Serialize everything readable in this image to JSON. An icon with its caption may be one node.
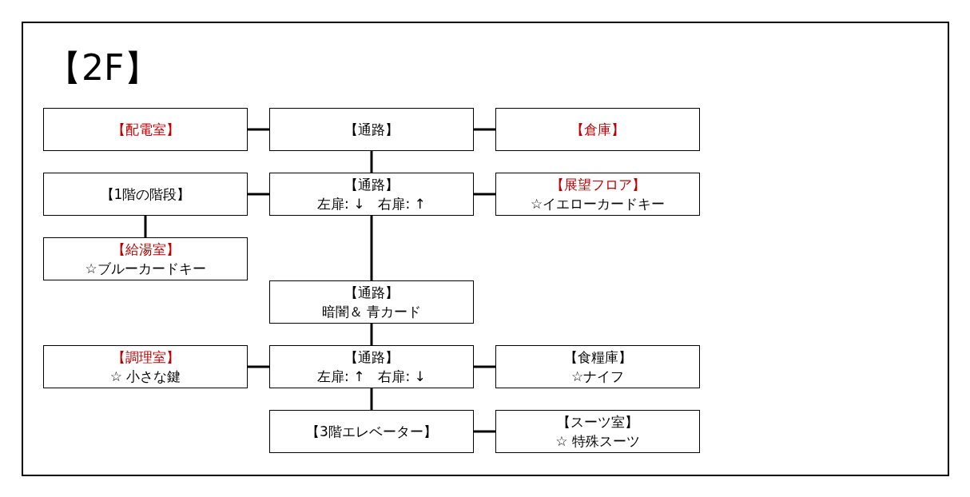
{
  "diagram": {
    "title": "【2F】",
    "nodes": [
      {
        "text": [
          "【配電室】"
        ]
      },
      {
        "text": [
          "【通路】"
        ]
      },
      {
        "text": [
          "【倉庫】"
        ]
      },
      {
        "text": [
          "【1階の階段】"
        ]
      },
      {
        "text": [
          "【通路】",
          "左扉: ↓　右扉: ↑"
        ]
      },
      {
        "text": [
          "【展望フロア】",
          "☆イエローカードキー"
        ]
      },
      {
        "text": [
          "【給湯室】",
          "☆ブルーカードキー"
        ]
      },
      {
        "text": [
          "【通路】",
          "暗闇＆ 青カード"
        ]
      },
      {
        "text": [
          "【調理室】",
          "☆ 小さな鍵"
        ]
      },
      {
        "text": [
          "【通路】",
          "左扉: ↑　右扉: ↓"
        ]
      },
      {
        "text": [
          "【食糧庫】",
          "☆ナイフ"
        ]
      },
      {
        "text": [
          "【3階エレベーター】"
        ]
      },
      {
        "text": [
          "【スーツ室】",
          "☆ 特殊スーツ"
        ]
      }
    ],
    "edges": [
      {
        "from": 0,
        "to": 1,
        "arrow": "none"
      },
      {
        "from": 1,
        "to": 2,
        "arrow": "none"
      },
      {
        "from": 1,
        "to": 4,
        "arrow": "none"
      },
      {
        "from": 3,
        "to": 4,
        "arrow": "none"
      },
      {
        "from": 4,
        "to": 5,
        "arrow": "none"
      },
      {
        "from": 3,
        "to": 6,
        "arrow": "none"
      },
      {
        "from": 4,
        "to": 7,
        "arrow": "none"
      },
      {
        "from": 7,
        "to": 9,
        "arrow": "none"
      },
      {
        "from": 8,
        "to": 9,
        "arrow": "none"
      },
      {
        "from": 9,
        "to": 10,
        "arrow": "none"
      },
      {
        "from": 9,
        "to": 11,
        "arrow": "none"
      },
      {
        "from": 11,
        "to": 12,
        "arrow": "none"
      }
    ]
  }
}
